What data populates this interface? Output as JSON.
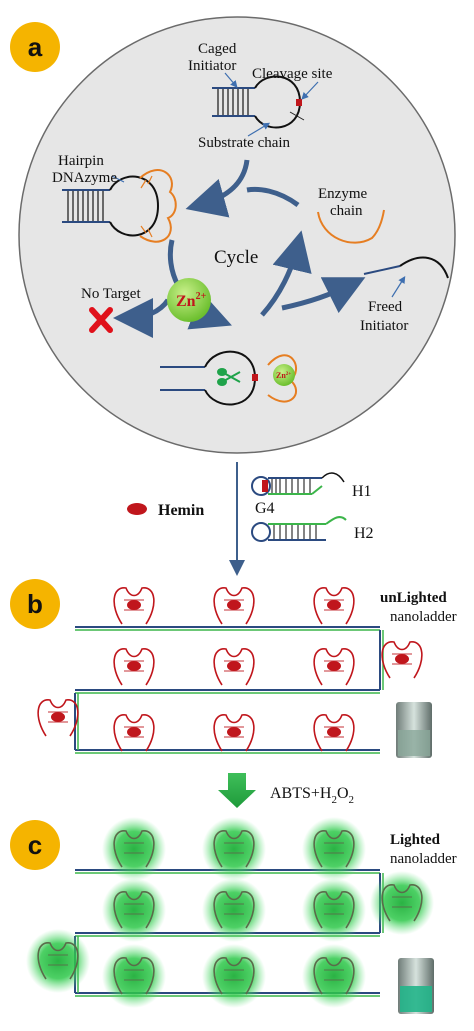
{
  "panels": {
    "a": {
      "badge": "a",
      "labels": {
        "caged_initiator_1": "Caged",
        "caged_initiator_2": "Initiator",
        "cleavage_site": "Cleavage site",
        "substrate_chain": "Substrate chain",
        "hairpin_1": "Hairpin",
        "hairpin_2": "DNAzyme",
        "enzyme_chain_1": "Enzyme",
        "enzyme_chain_2": "chain",
        "cycle": "Cycle",
        "no_target": "No Target",
        "zn_ion": "Zn",
        "zn_charge": "2+",
        "freed_initiator_1": "Freed",
        "freed_initiator_2": "Initiator",
        "zn_small": "Zn",
        "zn_small_charge": "2+"
      }
    },
    "middle": {
      "hemin": "Hemin",
      "h1": "H1",
      "h2": "H2",
      "g4": "G4"
    },
    "b": {
      "badge": "b",
      "title_1": "unLighted",
      "title_2": "nanoladder"
    },
    "arrow": {
      "reagent_main": "ABTS+H",
      "reagent_sub1": "2",
      "reagent_mid": "O",
      "reagent_sub2": "2"
    },
    "c": {
      "badge": "c",
      "title_1": "Lighted",
      "title_2": "nanoladder"
    }
  },
  "colors": {
    "badge": "#f5b400",
    "circle_fill": "#e6e6e6",
    "navy": "#2f4f7f",
    "arrow_blue": "#3e5f8c",
    "orange": "#e67e22",
    "red": "#c0161c",
    "zn_green": "#8ed04a",
    "glow_green": "#27c93f",
    "ladder_blue": "#2b4a80",
    "ladder_green": "#3cb54a"
  }
}
